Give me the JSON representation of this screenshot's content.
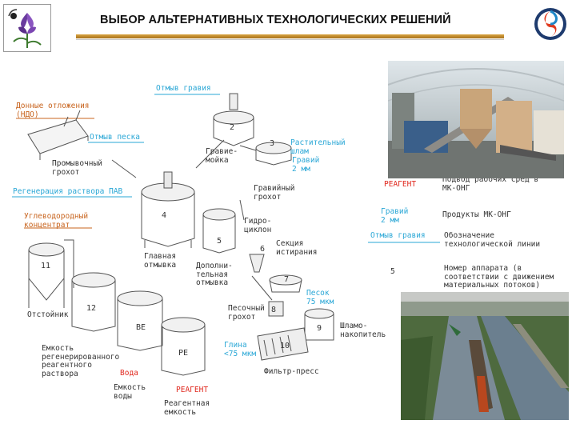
{
  "header": {
    "title": "ВЫБОР АЛЬТЕРНАТИВНЫХ ТЕХНОЛОГИЧЕСКИХ РЕШЕНИЙ"
  },
  "colors": {
    "blue": "#2aa7d6",
    "orange": "#c8641e",
    "red": "#e0281e",
    "header_line": "#c8902e"
  },
  "diagram": {
    "labels": {
      "otmyv_graviya": "Отмыв гравия",
      "donnye": "Донные отложения\n(НДО)",
      "promyv_grohot": "Промывочный\nгрохот",
      "otmyv_peska": "Отмыв песка",
      "gravie_moyka": "Гравие-\nмойка",
      "rastit_shlam": "Растительный\nшлам",
      "graviy_2mm": "Гравий\n2 мм",
      "graviyny_grohot": "Гравийный\nгрохот",
      "regeneraciya": "Регенерация раствора ПАВ",
      "uglevodorod": "Углеводородный\nконцентрат",
      "glavnaya": "Главная\nотмывка",
      "gidrociklon": "Гидро-\nциклон",
      "sekciya": "Секция\nистирания",
      "dopoln": "Дополни-\nтельная\nотмывка",
      "otstoynik": "Отстойник",
      "pesok": "Песок\n75 мкм",
      "pesochny": "Песочный\nгрохот",
      "shlamo": "Шламо-\nнакопитель",
      "emkost_reg": "Емкость\nрегенерированного\nреагентного\nраствора",
      "glina": "Глина\n<75 мкм",
      "filtr": "Фильтр-пресс",
      "voda": "Вода",
      "emkost_vody": "Емкость\nводы",
      "reagent": "РЕАГЕНТ",
      "reag_emkost": "Реагентная\nемкость"
    },
    "numbers": [
      "2",
      "3",
      "4",
      "5",
      "6",
      "7",
      "8",
      "9",
      "10",
      "11",
      "12",
      "ВЕ",
      "РЕ"
    ]
  },
  "legend": {
    "reagent": "РЕАГЕНТ",
    "podvod": "Подвод рабочих сред в\nМК-ОНГ",
    "graviy": "Гравий\n2 мм",
    "produkty": "Продукты МК-ОНГ",
    "otmyv": "Отмыв гравия",
    "oboznach": "Обозначение\nтехнологической линии",
    "num": "5",
    "nomer": "Номер аппарата (в\nсоответствии с движением\nматериальных потоков)"
  }
}
